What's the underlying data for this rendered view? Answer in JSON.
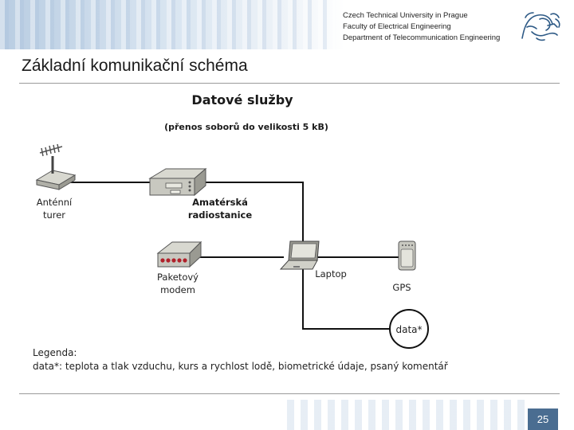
{
  "header": {
    "university": "Czech Technical University in Prague",
    "faculty": "Faculty of Electrical Engineering",
    "department": "Department of Telecommunication Engineering"
  },
  "slide": {
    "title": "Základní komunikační schéma",
    "page_number": "25"
  },
  "diagram": {
    "heading": "Datové služby",
    "subheading": "(přenos soborů do velikosti 5 kB)",
    "nodes": {
      "antenna": {
        "line1": "Anténní",
        "line2": "turer"
      },
      "radio": {
        "line1": "Amatérská",
        "line2": "radiostanice"
      },
      "modem": {
        "line1": "Paketový",
        "line2": "modem"
      },
      "laptop": {
        "label": "Laptop"
      },
      "gps": {
        "label": "GPS"
      },
      "data": {
        "label": "data*"
      }
    },
    "legend": {
      "title": "Legenda:",
      "text": "data*: teplota a tlak vzduchu, kurs a rychlost lodě, biometrické údaje, psaný komentář"
    }
  }
}
